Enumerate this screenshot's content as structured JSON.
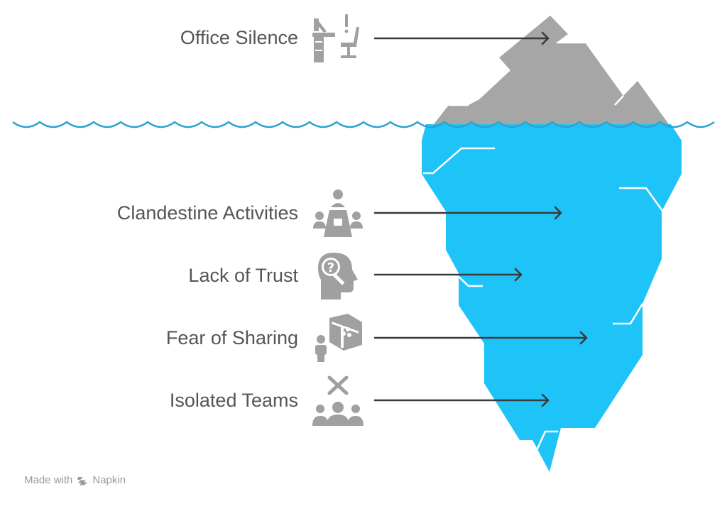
{
  "items": [
    {
      "label": "Office Silence",
      "icon": "office-desk-icon"
    },
    {
      "label": "Clandestine Activities",
      "icon": "secret-meeting-icon"
    },
    {
      "label": "Lack of Trust",
      "icon": "head-question-icon"
    },
    {
      "label": "Fear of Sharing",
      "icon": "person-box-icon"
    },
    {
      "label": "Isolated Teams",
      "icon": "isolated-group-icon"
    }
  ],
  "footer": {
    "made_with": "Made with",
    "brand": "Napkin"
  },
  "colors": {
    "iceberg_above": "#a6a6a6",
    "iceberg_below": "#1ec3f8",
    "water_line": "#2aa3cf",
    "arrow": "#3a3a3a",
    "icon": "#a0a0a0",
    "text": "#555555"
  }
}
